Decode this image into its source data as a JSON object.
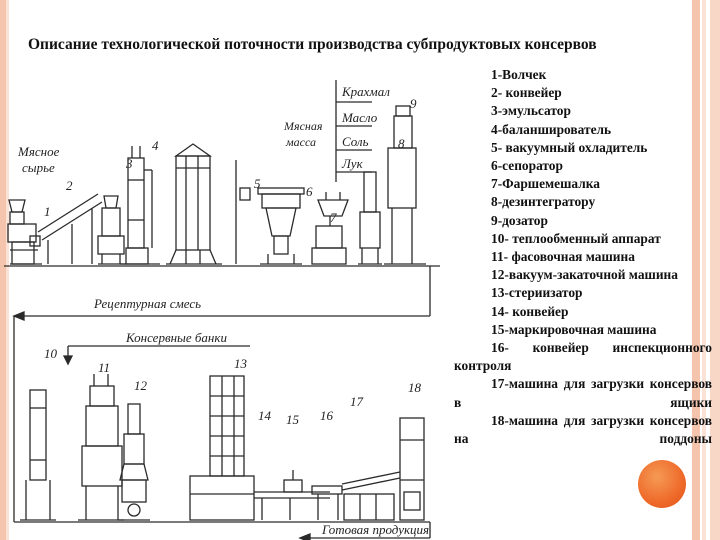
{
  "title": "Описание технологической поточности производства субпродуктовых консервов",
  "colors": {
    "stripe_outer": "#f4c4ad",
    "stripe_inner": "#fae2d6",
    "accent_circle": "#ef6a2a",
    "line": "#2a2a2a"
  },
  "diagram": {
    "labels": {
      "raw": [
        "Мясное",
        "сырье"
      ],
      "mass": [
        "Мясная",
        "масса"
      ],
      "ingredients": [
        "Крахмал",
        "Масло",
        "Соль",
        "Лук"
      ],
      "recipe_mix": "Рецептурная смесь",
      "cans": "Консервные банки",
      "product": "Готовая продукция"
    },
    "numbers": [
      "1",
      "2",
      "3",
      "4",
      "5",
      "6",
      "7",
      "8",
      "9",
      "10",
      "11",
      "12",
      "13",
      "14",
      "15",
      "16",
      "17",
      "18"
    ]
  },
  "legend": [
    "1-Волчек",
    "2- конвейер",
    "3-эмульсатор",
    "4-баланширователь",
    "5- вакуумный охладитель",
    "6-сепоратор",
    "7-Фаршемешалка",
    "8-дезинтегратору",
    "9-дозатор",
    "10- теплообменный аппарат",
    "11- фасовочная машина",
    "12-вакуум-закаточной машина",
    "13-стериизатор",
    "14- конвейер",
    "15-маркировочная машина",
    "16- конвейер инспекционного контроля",
    "17-машина для загрузки консервов в ящики",
    "18-машина для загрузки консервов на поддоны"
  ]
}
